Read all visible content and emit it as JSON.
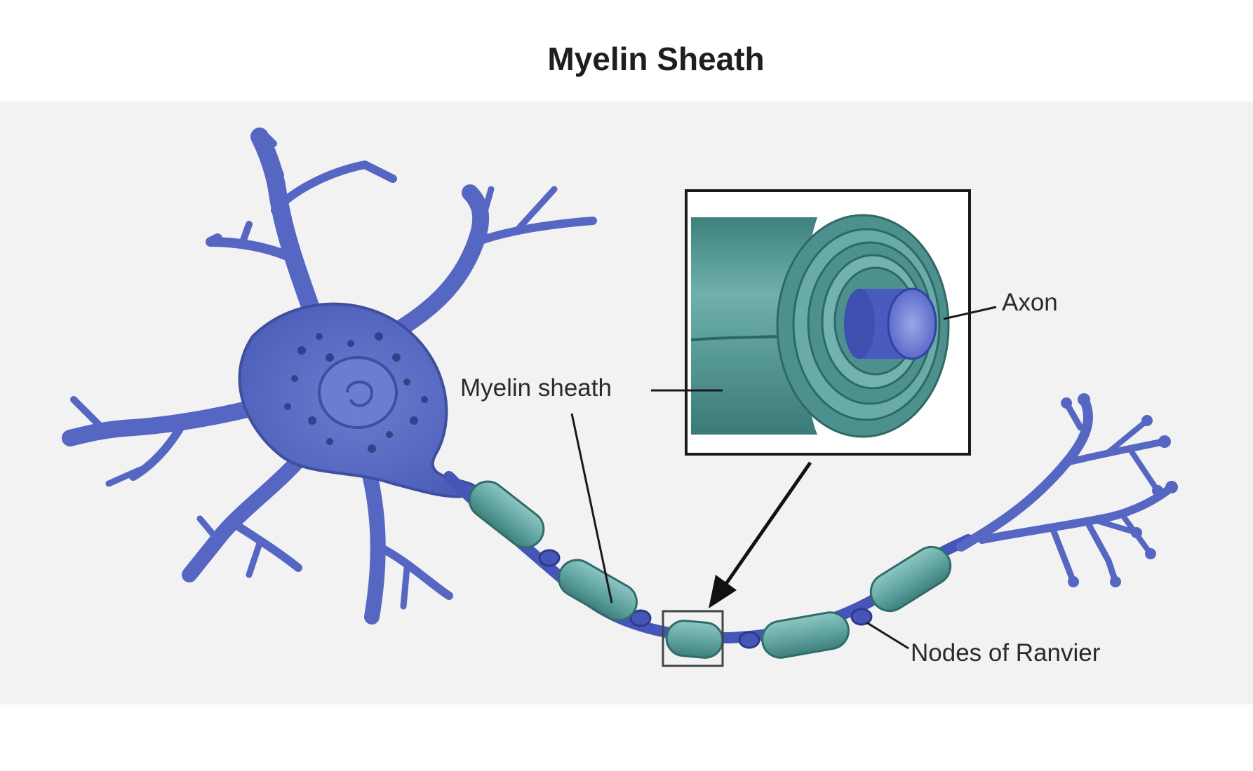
{
  "title": "Myelin Sheath",
  "labels": {
    "axon": "Axon",
    "myelin_sheath": "Myelin sheath",
    "nodes_of_ranvier": "Nodes of Ranvier"
  },
  "colors": {
    "neuron_body": "#5a6ec4",
    "neuron_dark": "#3f4f9e",
    "myelin": "#5fa3a0",
    "myelin_dark": "#3c7f7d",
    "axon_core": "#4a5bc0",
    "background_speckle": "#f1f1f1"
  }
}
